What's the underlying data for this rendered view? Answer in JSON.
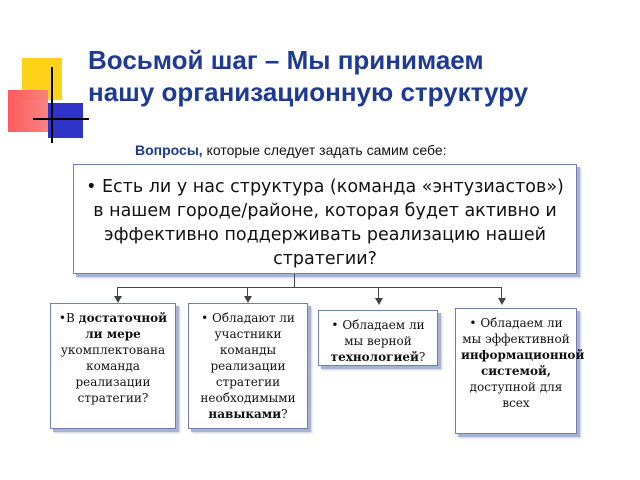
{
  "slide": {
    "title_line1": "Восьмой шаг – Мы принимаем",
    "title_line2": "нашу организационную структуру",
    "subtitle_keyword": "Вопросы,",
    "subtitle_rest": " которые следует задать самим себе:",
    "main_question": "• Есть ли у нас структура (команда «энтузиастов») в нашем городе/районе, которая будет активно и эффективно поддерживать реализацию нашей стратегии?",
    "boxes": [
      {
        "prefix": "•В ",
        "bold": "достаточной ли мере",
        "rest": " укомплектована команда реализации стратегии?"
      },
      {
        "prefix": "• Обладают ли участники команды реализации стратегии необходимыми ",
        "bold": "навыками",
        "rest": "?"
      },
      {
        "prefix": "• Обладаем ли мы верной ",
        "bold": "технологией",
        "rest": "?"
      },
      {
        "prefix": "• Обладаем ли мы эффективной ",
        "bold": "информационной системой,",
        "rest": " доступной для всех"
      }
    ]
  },
  "colors": {
    "title": "#1f3a93",
    "box_border": "#6e7fb8",
    "logo_yellow": "#ffd21a",
    "logo_red": "#f23c3c",
    "logo_blue": "#2f33c8"
  }
}
